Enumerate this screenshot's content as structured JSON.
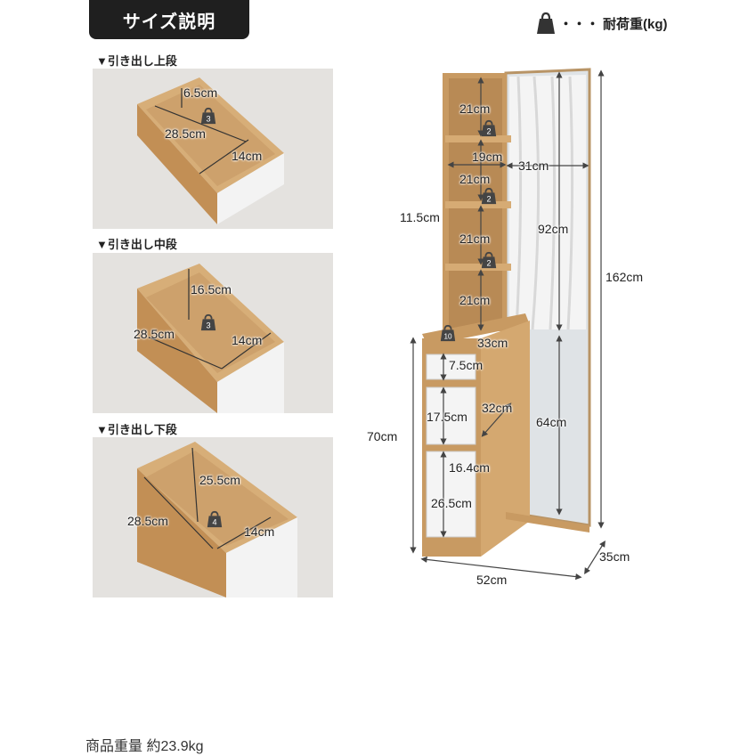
{
  "header": {
    "title": "サイズ説明"
  },
  "legend": {
    "dots": "・・・",
    "label": "耐荷重(kg)"
  },
  "drawers": [
    {
      "label": "▼引き出し上段",
      "height": "6.5cm",
      "length": "28.5cm",
      "width": "14cm",
      "load": "3"
    },
    {
      "label": "▼引き出し中段",
      "height": "16.5cm",
      "length": "28.5cm",
      "width": "14cm",
      "load": "3"
    },
    {
      "label": "▼引き出し下段",
      "height": "25.5cm",
      "length": "28.5cm",
      "width": "14cm",
      "load": "4"
    }
  ],
  "unit": {
    "shelf_gaps": [
      "21cm",
      "21cm",
      "21cm",
      "21cm"
    ],
    "shelf_loads": [
      "2",
      "2",
      "2"
    ],
    "shelf_width": "19cm",
    "mirror_width": "31cm",
    "shelf_depth": "11.5cm",
    "mirror_upper": "92cm",
    "total_height": "162cm",
    "counter_load": "10",
    "counter_width": "33cm",
    "drawer_top": "7.5cm",
    "drawer_mid": "17.5cm",
    "cabinet_depth": "32cm",
    "mirror_lower": "64cm",
    "cabinet_height": "70cm",
    "drawer_inner_width": "16.4cm",
    "drawer_bottom": "26.5cm",
    "base_width": "52cm",
    "base_depth": "35cm"
  },
  "footer": {
    "weight": "商品重量 約23.9kg"
  },
  "colors": {
    "wood": "#c89a62",
    "wood_dark": "#a87a48",
    "white_panel": "#f2f2f2",
    "title_bg": "#1f1f1f",
    "floor": "#e5e3e0"
  }
}
